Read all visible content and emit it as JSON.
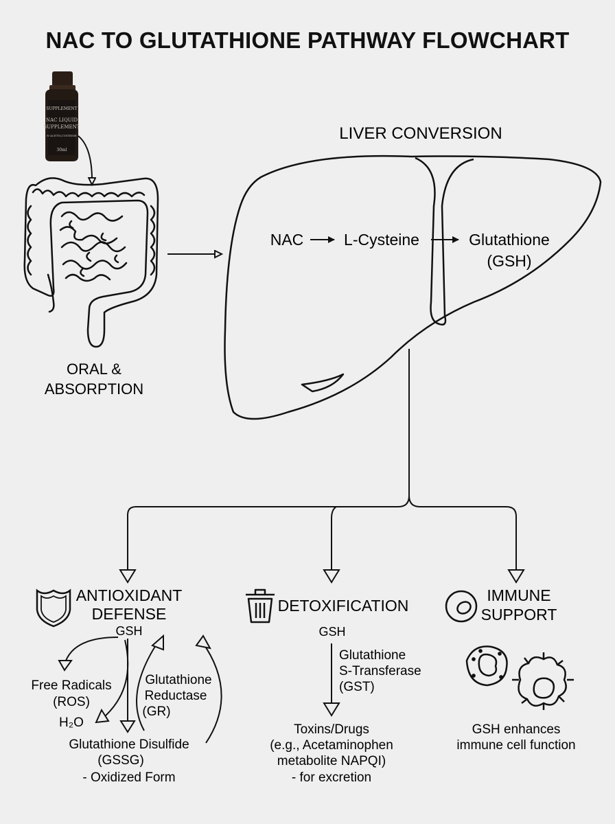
{
  "title": "NAC TO GLUTATHIONE PATHWAY FLOWCHART",
  "bottle": {
    "brand": "SUPPLEMENT",
    "line1": "NAC LIQUID",
    "line2": "SUPPLEMENT",
    "small": "N-ACETYLCYSTEINE",
    "size": "30ml"
  },
  "oral": {
    "line1": "ORAL &",
    "line2": "ABSORPTION"
  },
  "liver": {
    "heading": "LIVER CONVERSION",
    "nac": "NAC",
    "cysteine": "L-Cysteine",
    "glutathione": "Glutathione",
    "gsh": "(GSH)"
  },
  "antioxidant": {
    "title_line1": "ANTIOXIDANT",
    "title_line2": "DEFENSE",
    "gsh": "GSH",
    "free_radicals": "Free Radicals",
    "ros": "(ROS)",
    "water": "H₂O",
    "reductase_line1": "Glutathione",
    "reductase_line2": "Reductase",
    "reductase_line3": "(GR)",
    "gssg_line1": "Glutathione Disulfide",
    "gssg_line2": "(GSSG)",
    "gssg_line3": "- Oxidized Form"
  },
  "detox": {
    "title": "DETOXIFICATION",
    "gsh": "GSH",
    "enzyme_line1": "Glutathione",
    "enzyme_line2": "S-Transferase",
    "enzyme_line3": "(GST)",
    "toxins_line1": "Toxins/Drugs",
    "toxins_line2": "(e.g., Acetaminophen",
    "toxins_line3": "metabolite NAPQI)",
    "toxins_line4": "- for excretion"
  },
  "immune": {
    "title_line1": "IMMUNE",
    "title_line2": "SUPPORT",
    "desc_line1": "GSH enhances",
    "desc_line2": "immune cell function"
  }
}
